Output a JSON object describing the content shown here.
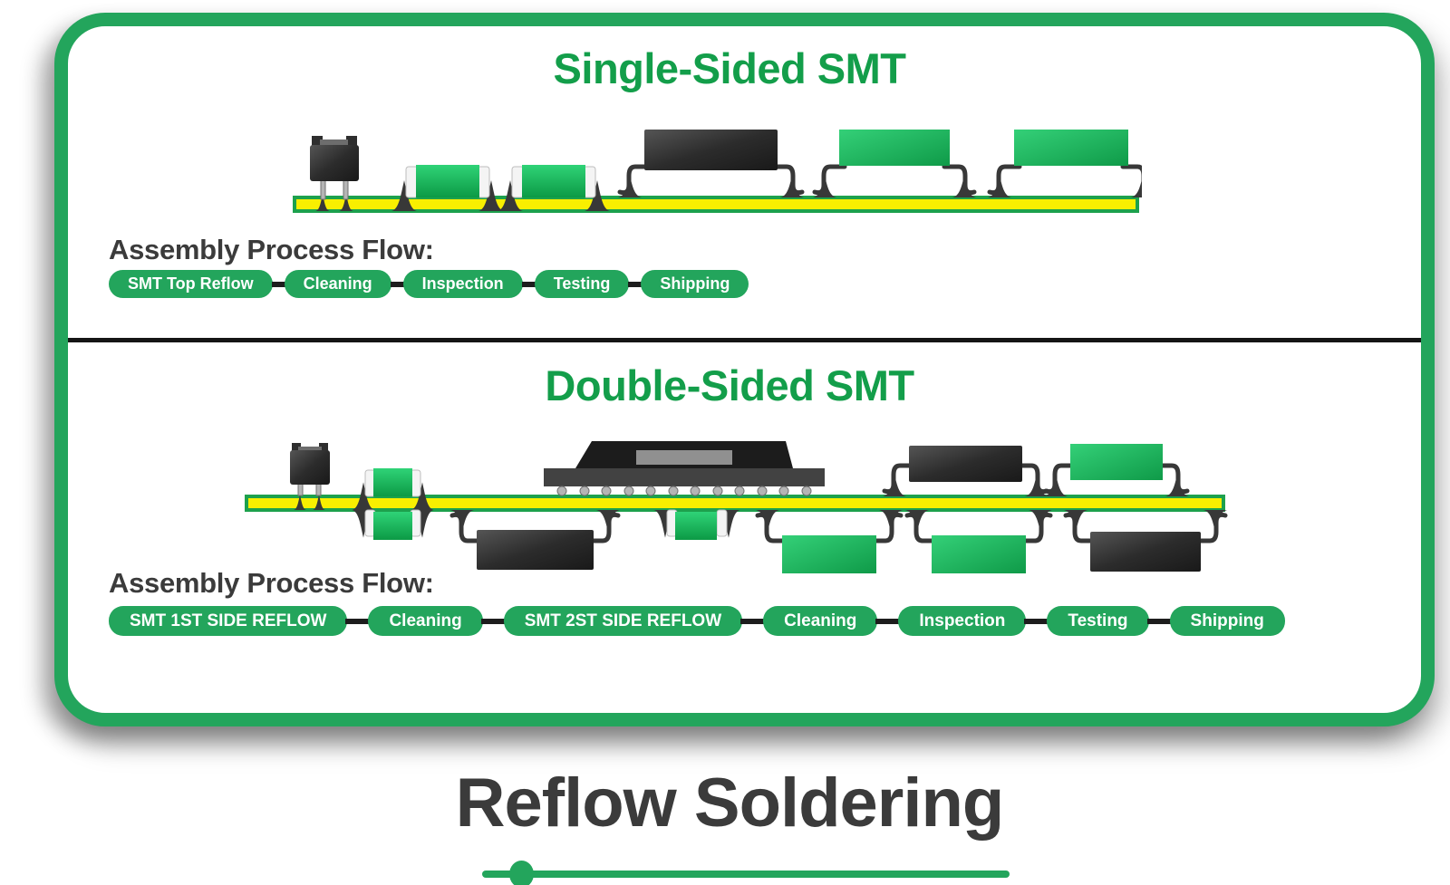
{
  "card": {
    "single": {
      "title": "Single-Sided SMT",
      "flow_label": "Assembly Process Flow:",
      "steps": [
        "SMT Top Reflow",
        "Cleaning",
        "Inspection",
        "Testing",
        "Shipping"
      ]
    },
    "double": {
      "title": "Double-Sided SMT",
      "flow_label": "Assembly Process Flow:",
      "steps": [
        "SMT 1ST SIDE REFLOW",
        "Cleaning",
        "SMT 2ST SIDE REFLOW",
        "Cleaning",
        "Inspection",
        "Testing",
        "Shipping"
      ]
    }
  },
  "footer": {
    "title": "Reflow Soldering"
  },
  "colors": {
    "green": "#23a55c",
    "title_green": "#139e4a",
    "board_yellow": "#f8ef00",
    "dark_component": "#383838",
    "text_dark": "#3b3b3b",
    "divider": "#151515"
  },
  "illustrations": {
    "single_board": {
      "mounted_sides": "top",
      "components": [
        "transistor",
        "chip-component",
        "chip-component",
        "dark-ic",
        "green-ic",
        "green-ic"
      ]
    },
    "double_board": {
      "mounted_sides": "top-and-bottom",
      "components_top": [
        "transistor",
        "chip-component",
        "bga-chip",
        "dark-ic",
        "green-ic"
      ],
      "components_bottom": [
        "chip-component",
        "dark-ic",
        "chip-component",
        "green-ic",
        "green-ic",
        "dark-ic"
      ]
    }
  }
}
